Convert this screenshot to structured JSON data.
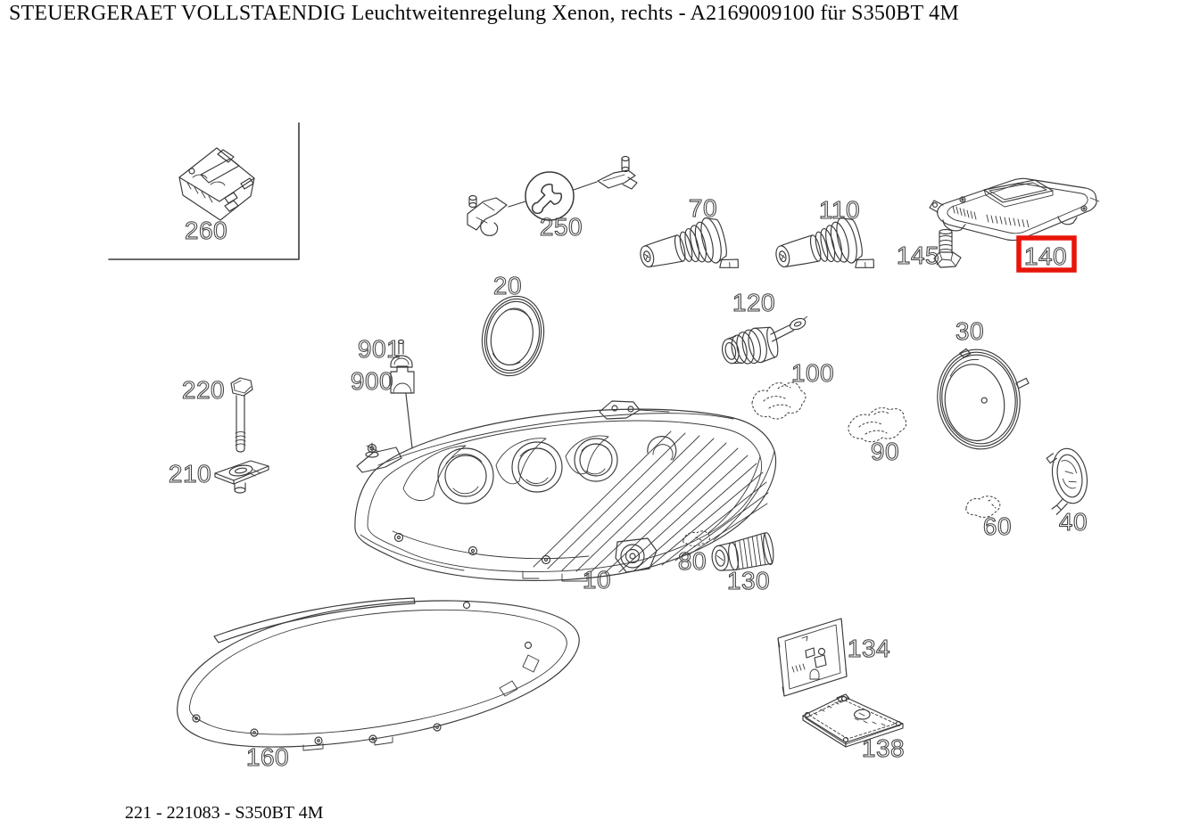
{
  "header": {
    "title": "STEUERGERAET VOLLSTAENDIG Leuchtweitenregelung Xenon, rechts - A2169009100 für S350BT 4M"
  },
  "footer": {
    "reference": "221 - 221083 - S350BT 4M"
  },
  "diagram": {
    "kind": "exploded-parts-diagram",
    "subject": "Xenon headlamp assembly, right side",
    "highlighted_callout": "140",
    "colors": {
      "highlight_red": "#e8150a",
      "line": "#3a3a3a",
      "background": "#ffffff"
    },
    "callouts": {
      "c10": "10",
      "c20": "20",
      "c30": "30",
      "c40": "40",
      "c60": "60",
      "c70": "70",
      "c80": "80",
      "c90": "90",
      "c100": "100",
      "c110": "110",
      "c120": "120",
      "c130": "130",
      "c134": "134",
      "c138": "138",
      "c140": "140",
      "c145": "145",
      "c160": "160",
      "c210": "210",
      "c220": "220",
      "c250": "250",
      "c260": "260",
      "c900": "900",
      "c901": "901"
    }
  }
}
